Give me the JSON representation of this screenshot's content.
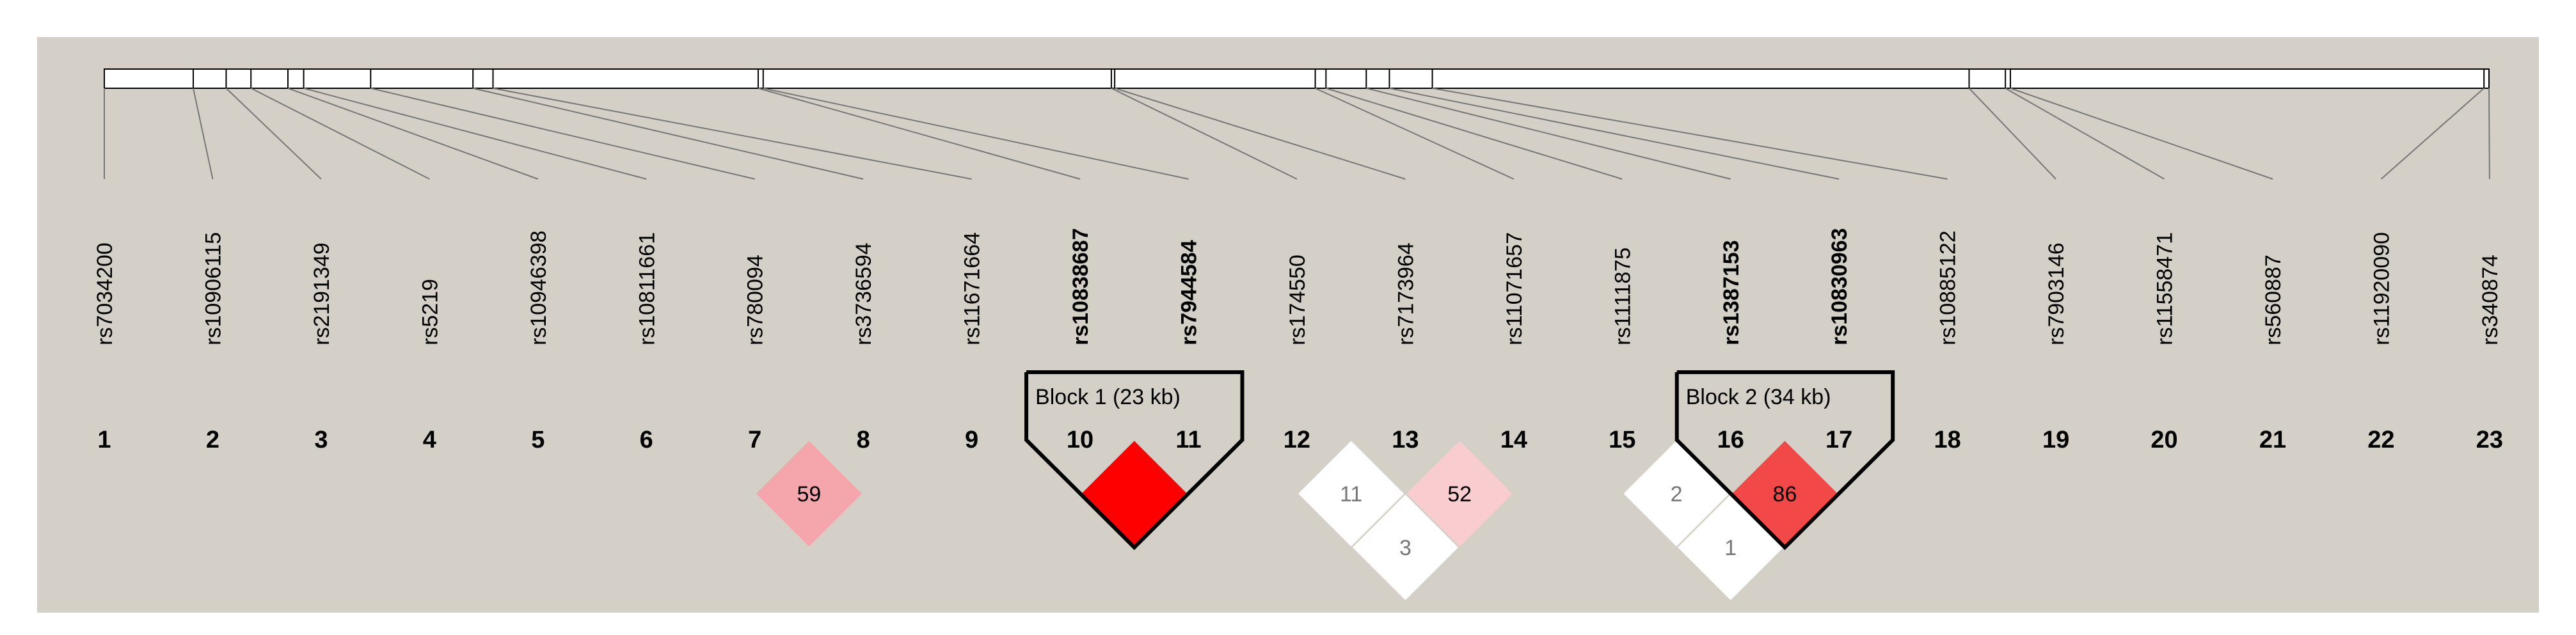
{
  "colors": {
    "background": "#d4d0c8",
    "cell_strong": "#ff0000",
    "cell_none": "#ffffff",
    "cell_text_light": "#777777",
    "cell_text_dark": "#000000"
  },
  "chart_data": {
    "type": "heatmap",
    "snps": [
      {
        "index": "1",
        "name": "rs7034200",
        "bold": false
      },
      {
        "index": "2",
        "name": "rs10906115",
        "bold": false
      },
      {
        "index": "3",
        "name": "rs2191349",
        "bold": false
      },
      {
        "index": "4",
        "name": "rs5219",
        "bold": false
      },
      {
        "index": "5",
        "name": "rs10946398",
        "bold": false
      },
      {
        "index": "6",
        "name": "rs10811661",
        "bold": false
      },
      {
        "index": "7",
        "name": "rs780094",
        "bold": false
      },
      {
        "index": "8",
        "name": "rs3736594",
        "bold": false
      },
      {
        "index": "9",
        "name": "rs11671664",
        "bold": false
      },
      {
        "index": "10",
        "name": "rs10838687",
        "bold": true
      },
      {
        "index": "11",
        "name": "rs7944584",
        "bold": true
      },
      {
        "index": "12",
        "name": "rs174550",
        "bold": false
      },
      {
        "index": "13",
        "name": "rs7173964",
        "bold": false
      },
      {
        "index": "14",
        "name": "rs11071657",
        "bold": false
      },
      {
        "index": "15",
        "name": "rs1111875",
        "bold": false
      },
      {
        "index": "16",
        "name": "rs1387153",
        "bold": true
      },
      {
        "index": "17",
        "name": "rs10830963",
        "bold": true
      },
      {
        "index": "18",
        "name": "rs10885122",
        "bold": false
      },
      {
        "index": "19",
        "name": "rs7903146",
        "bold": false
      },
      {
        "index": "20",
        "name": "rs11558471",
        "bold": false
      },
      {
        "index": "21",
        "name": "rs560887",
        "bold": false
      },
      {
        "index": "22",
        "name": "rs11920090",
        "bold": false
      },
      {
        "index": "23",
        "name": "rs340874",
        "bold": false
      }
    ],
    "marker_fractions": [
      0,
      0.0373,
      0.0511,
      0.0615,
      0.077,
      0.0836,
      0.1117,
      0.1546,
      0.163,
      0.2742,
      0.2763,
      0.4223,
      0.4237,
      0.5078,
      0.5123,
      0.5292,
      0.5389,
      0.5569,
      0.782,
      0.7972,
      0.7993,
      0.9979,
      1.0
    ],
    "blocks": [
      {
        "label": "Block 1 (23 kb)",
        "start": 10,
        "end": 11
      },
      {
        "label": "Block 2 (34 kb)",
        "start": 16,
        "end": 17
      }
    ],
    "cells": [
      {
        "i": 7,
        "j": 8,
        "value": "59",
        "color": "#f4a6ac"
      },
      {
        "i": 10,
        "j": 11,
        "value": "",
        "color": "#ff0000"
      },
      {
        "i": 12,
        "j": 13,
        "value": "11",
        "color": "#ffffff"
      },
      {
        "i": 13,
        "j": 14,
        "value": "52",
        "color": "#f9cdd0"
      },
      {
        "i": 12,
        "j": 14,
        "value": "3",
        "color": "#ffffff"
      },
      {
        "i": 15,
        "j": 16,
        "value": "2",
        "color": "#ffffff"
      },
      {
        "i": 16,
        "j": 17,
        "value": "86",
        "color": "#f24848"
      },
      {
        "i": 15,
        "j": 17,
        "value": "1",
        "color": "#ffffff"
      }
    ]
  }
}
